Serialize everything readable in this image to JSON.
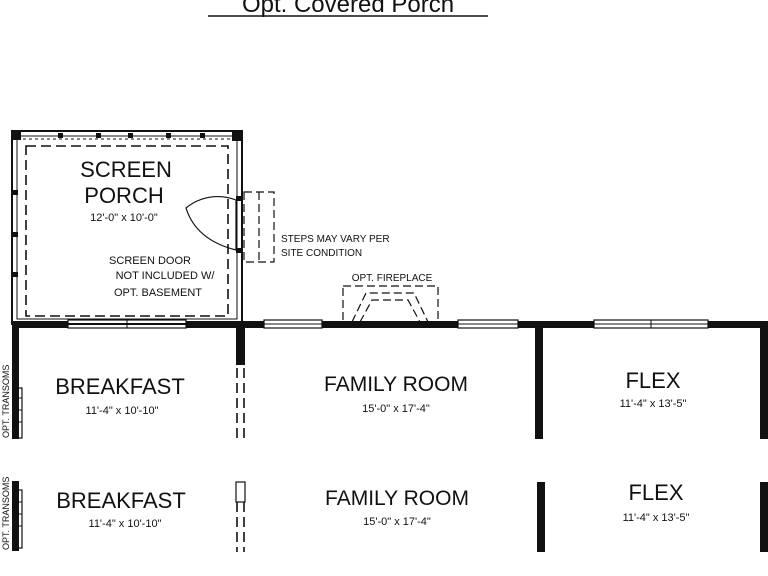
{
  "title": "Opt. Covered Porch",
  "screen_porch": {
    "name_line1": "SCREEN",
    "name_line2": "PORCH",
    "dims": "12'-0\" x 10'-0\"",
    "note_line1": "SCREEN DOOR",
    "note_line2": "NOT INCLUDED W/",
    "note_line3": "OPT. BASEMENT"
  },
  "steps_note": {
    "line1": "STEPS MAY VARY PER",
    "line2": "SITE CONDITION"
  },
  "fireplace_label": "OPT. FIREPLACE",
  "upper_plan": {
    "breakfast": {
      "name": "BREAKFAST",
      "dims": "11'-4\" x 10'-10\""
    },
    "family_room": {
      "name": "FAMILY ROOM",
      "dims": "15'-0\" x 17'-4\""
    },
    "flex": {
      "name": "FLEX",
      "dims": "11'-4\" x 13'-5\""
    },
    "side_label": "OPT. TRANSOMS"
  },
  "lower_plan": {
    "breakfast": {
      "name": "BREAKFAST",
      "dims": "11'-4\" x 10'-10\""
    },
    "family_room": {
      "name": "FAMILY ROOM",
      "dims": "15'-0\" x 17'-4\""
    },
    "flex": {
      "name": "FLEX",
      "dims": "11'-4\" x 13'-5\""
    },
    "side_label": "OPT. TRANSOMS"
  }
}
